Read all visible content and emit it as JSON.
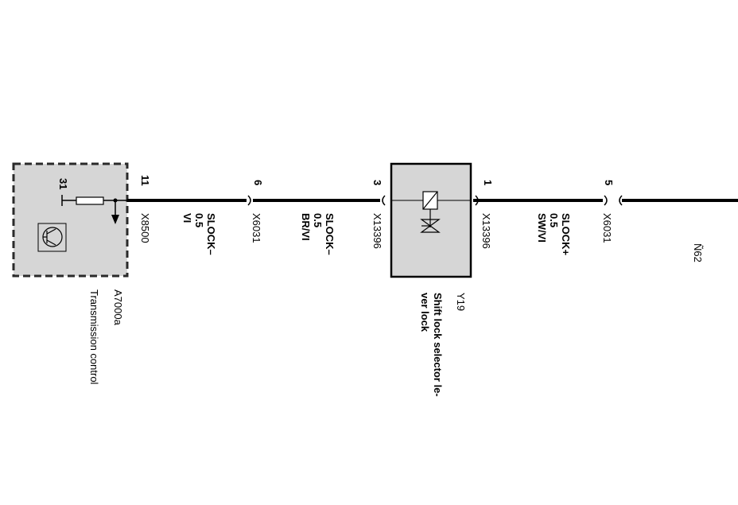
{
  "modules": {
    "transmission": {
      "id": "A7000a",
      "name": "Transmission control",
      "pin": "31"
    },
    "valve": {
      "id": "Y19",
      "name_line1": "Shift lock selector le-",
      "name_line2": "ver lock"
    }
  },
  "connectors": [
    {
      "pin": "11",
      "name": "X8500"
    },
    {
      "pin": "6",
      "name": "X6031"
    },
    {
      "pin": "3",
      "name": "X13396"
    },
    {
      "pin": "1",
      "name": "X13396"
    },
    {
      "pin": "5",
      "name": "X6031"
    }
  ],
  "wires": [
    {
      "signal": "SLOCK–",
      "size": "0.5",
      "color": "VI"
    },
    {
      "signal": "SLOCK–",
      "size": "0.5",
      "color": "BR/VI"
    },
    {
      "signal": "SLOCK+",
      "size": "0.5",
      "color": "SW/VI"
    }
  ],
  "page_ref": "Ñ62"
}
